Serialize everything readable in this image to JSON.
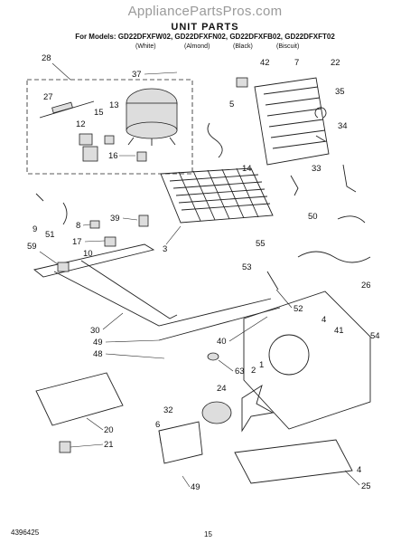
{
  "watermark": "AppliancePartsPros.com",
  "title": "UNIT PARTS",
  "models": "For Models: GD22DFXFW02, GD22DFXFN02, GD22DFXFB02, GD22DFXFT02",
  "colors": [
    "(White)",
    "(Almond)",
    "(Black)",
    "(Biscuit)"
  ],
  "callouts": [
    "28",
    "37",
    "42",
    "7",
    "22",
    "27",
    "35",
    "5",
    "15",
    "13",
    "12",
    "34",
    "16",
    "33",
    "14",
    "9",
    "51",
    "39",
    "50",
    "8",
    "17",
    "55",
    "10",
    "3",
    "59",
    "26",
    "53",
    "52",
    "30",
    "49",
    "48",
    "40",
    "4",
    "41",
    "54",
    "63",
    "2",
    "1",
    "24",
    "32",
    "6",
    "20",
    "21",
    "49",
    "4",
    "25"
  ],
  "footer": {
    "doc_number": "4396425",
    "page_number": "15"
  }
}
